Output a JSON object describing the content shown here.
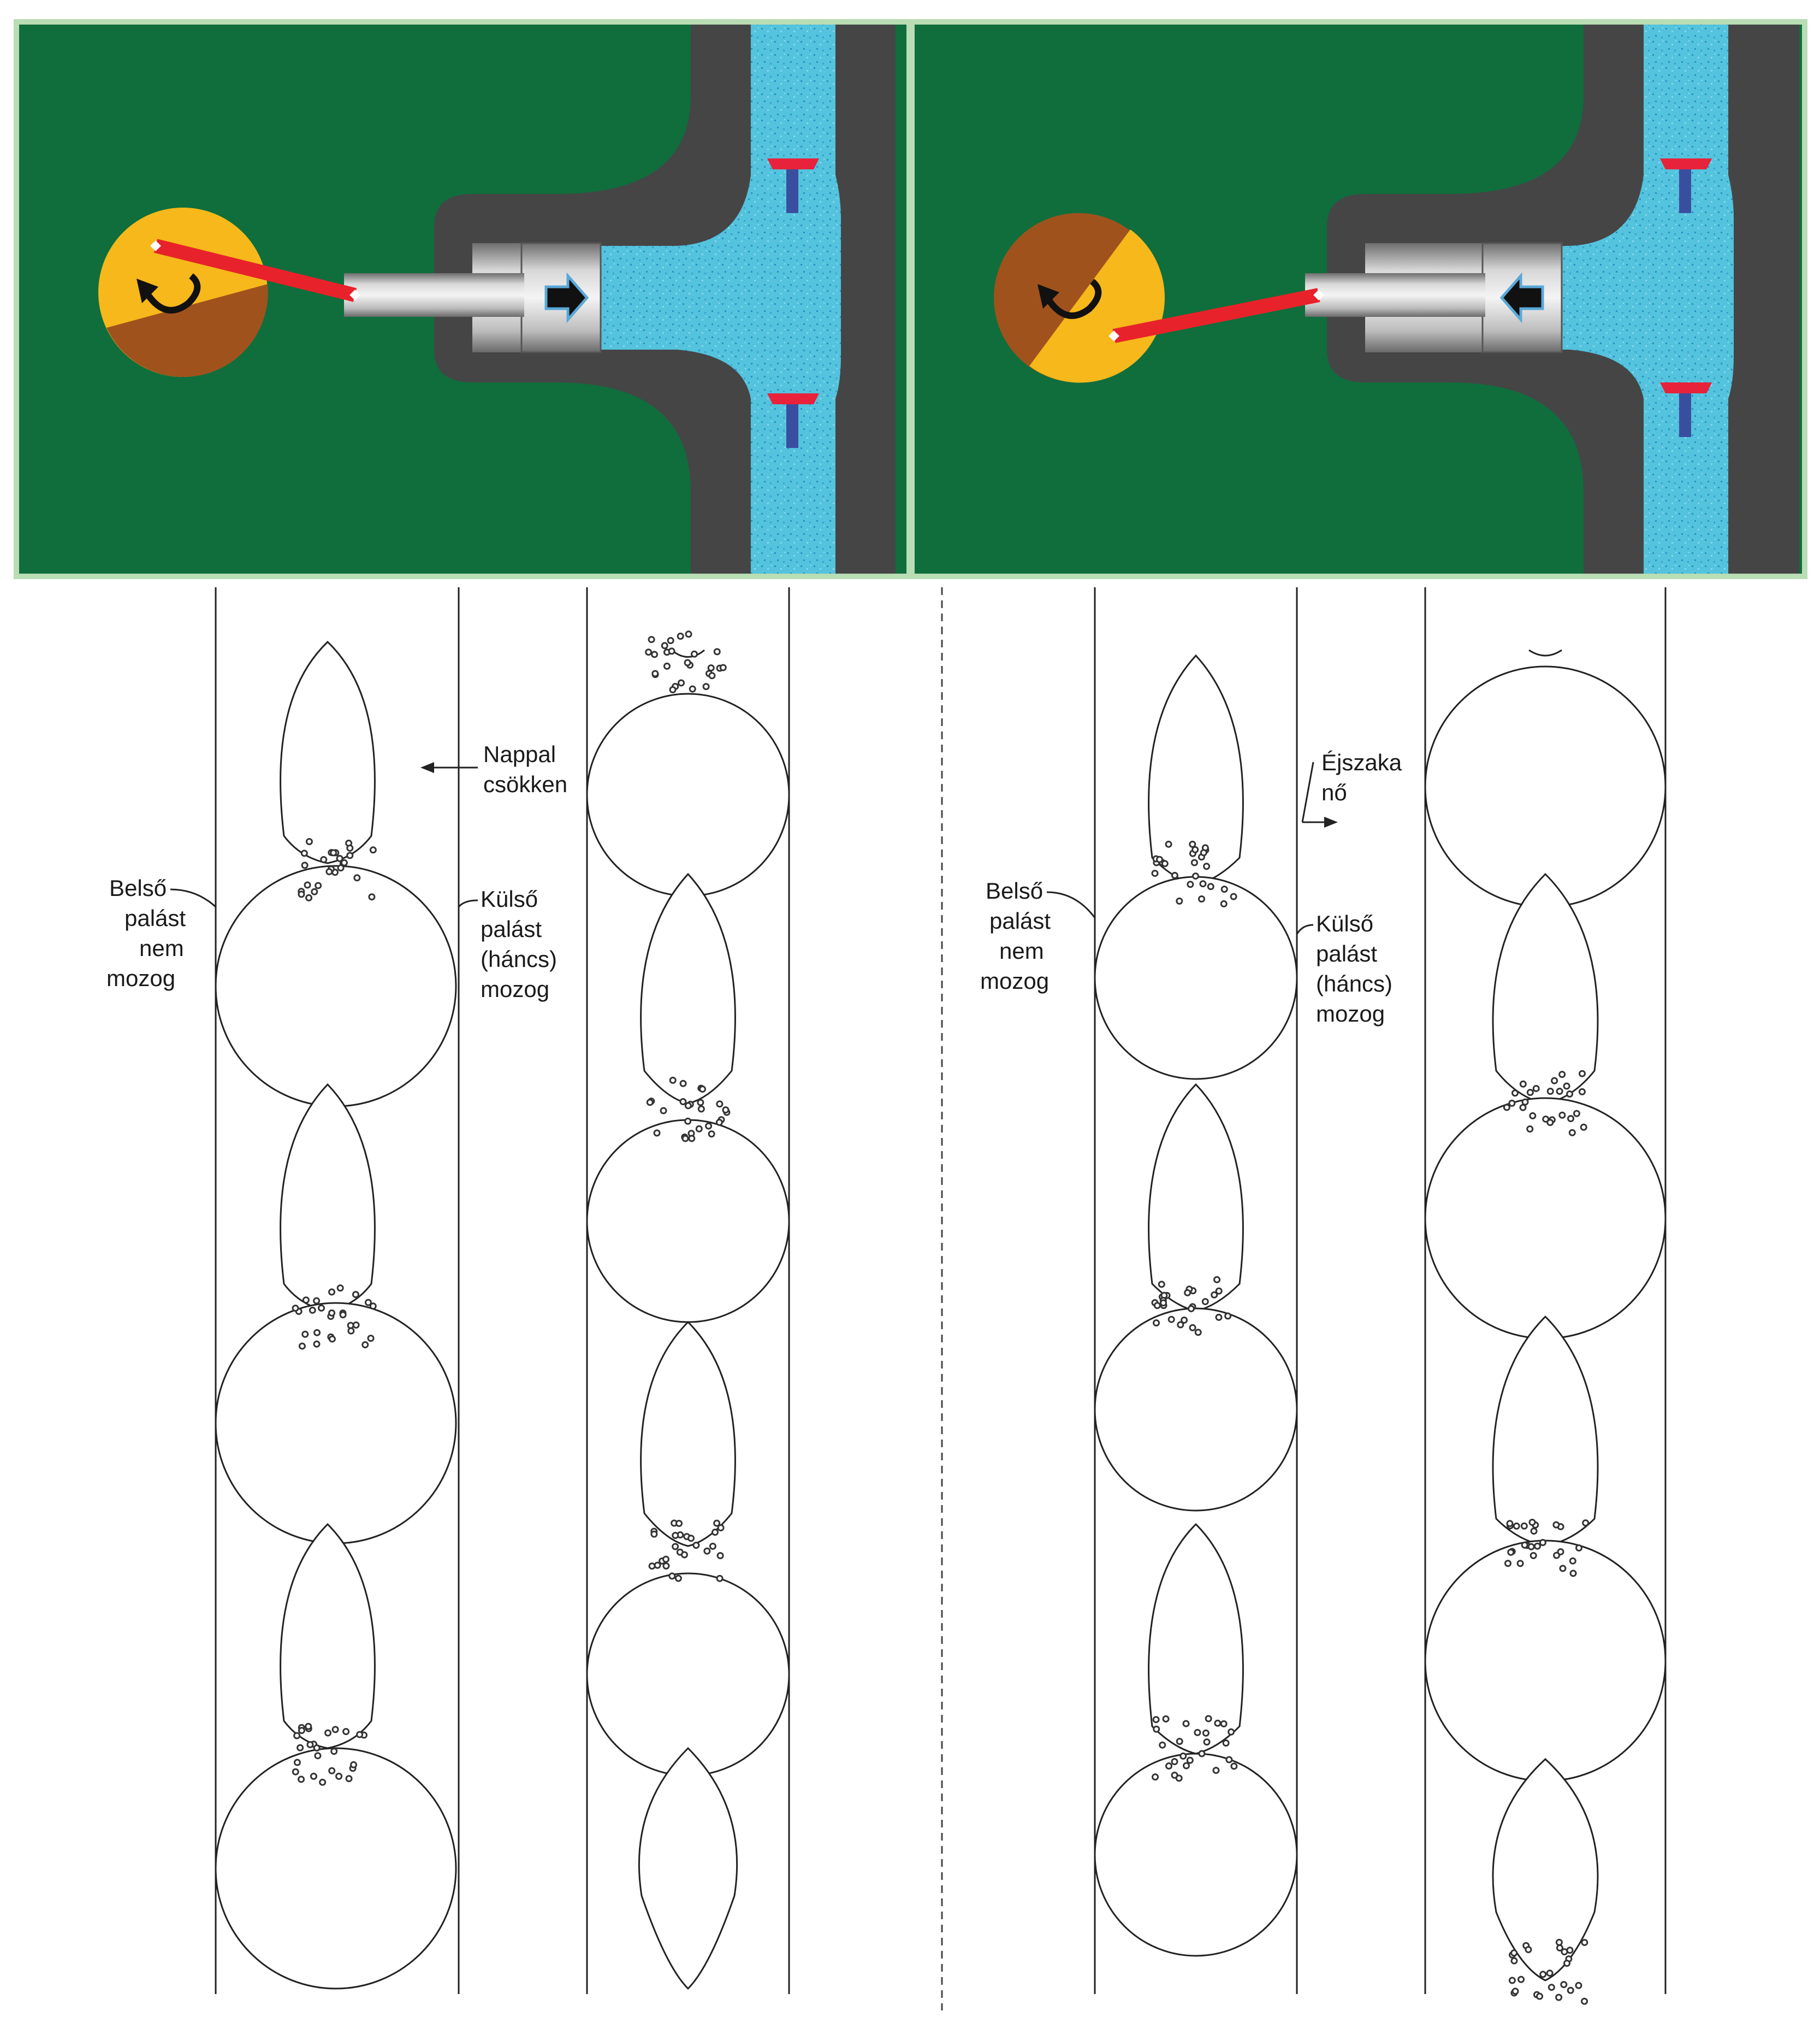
{
  "colors": {
    "panel_bg": "#0f6e3c",
    "panel_border": "#b9ddb4",
    "housing": "#454545",
    "fluid": "#54c3dd",
    "fluid_dark": "#2a8fc4",
    "crank_yellow": "#f6b81a",
    "crank_brown": "#a0521d",
    "rod_red": "#e8222a",
    "valve_red": "#e8223a",
    "valve_stem": "#3a4ea0",
    "arrow_fill": "#111111",
    "arrow_edge": "#5aa8d8",
    "line": "#222222"
  },
  "icons": {
    "crank_rotation": "rotation-arrow-icon",
    "piston_direction_right": "arrow-right-icon",
    "piston_direction_left": "arrow-left-icon"
  },
  "labels": {
    "day_a": {
      "line1": "Nappal",
      "line2": "csökken"
    },
    "night_a": {
      "line1": "Éjszaka",
      "line2": "nő"
    },
    "inner_left": {
      "line1": "Belső",
      "line2": "palást",
      "line3": "nem",
      "line4": "mozog"
    },
    "outer_left": {
      "line1": "Külső",
      "line2": "palást",
      "line3": "(háncs)",
      "line4": "mozog"
    },
    "inner_right": {
      "line1": "Belső",
      "line2": "palást",
      "line3": "nem",
      "line4": "mozog"
    },
    "outer_right": {
      "line1": "Külső",
      "line2": "palást",
      "line3": "(háncs)",
      "line4": "mozog"
    }
  }
}
